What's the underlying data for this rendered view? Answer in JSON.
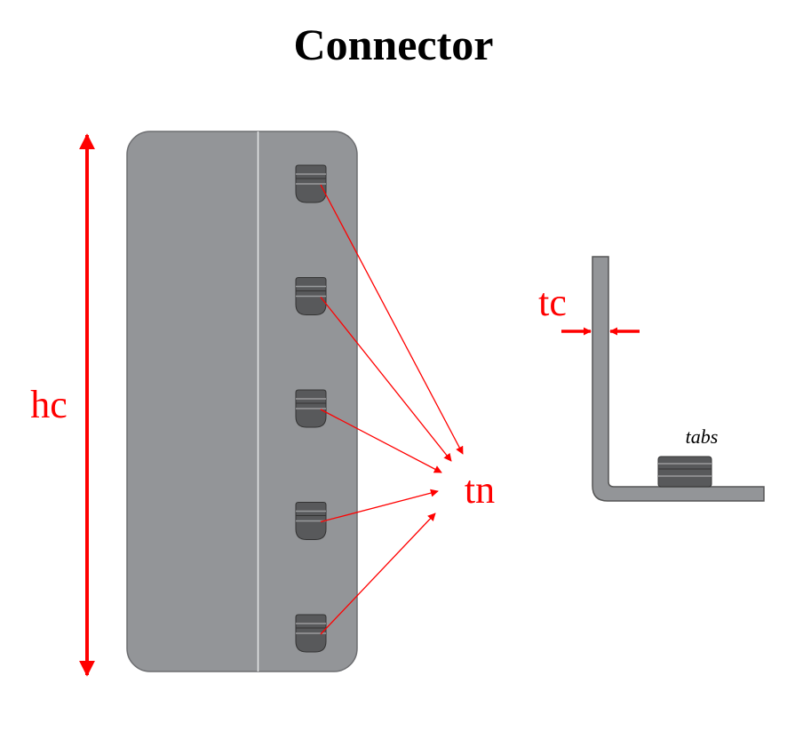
{
  "title": "Connector",
  "labels": {
    "height": "hc",
    "thickness": "tc",
    "tabs_count": "tn",
    "tabs": "tabs"
  },
  "colors": {
    "annotation": "#ff0000",
    "plate_fill": "#939598",
    "plate_stroke": "#555555",
    "tab_fill": "#58595b",
    "tab_dark": "#3c3d3f",
    "title": "#000000"
  },
  "front_view": {
    "tab_count": 5
  }
}
